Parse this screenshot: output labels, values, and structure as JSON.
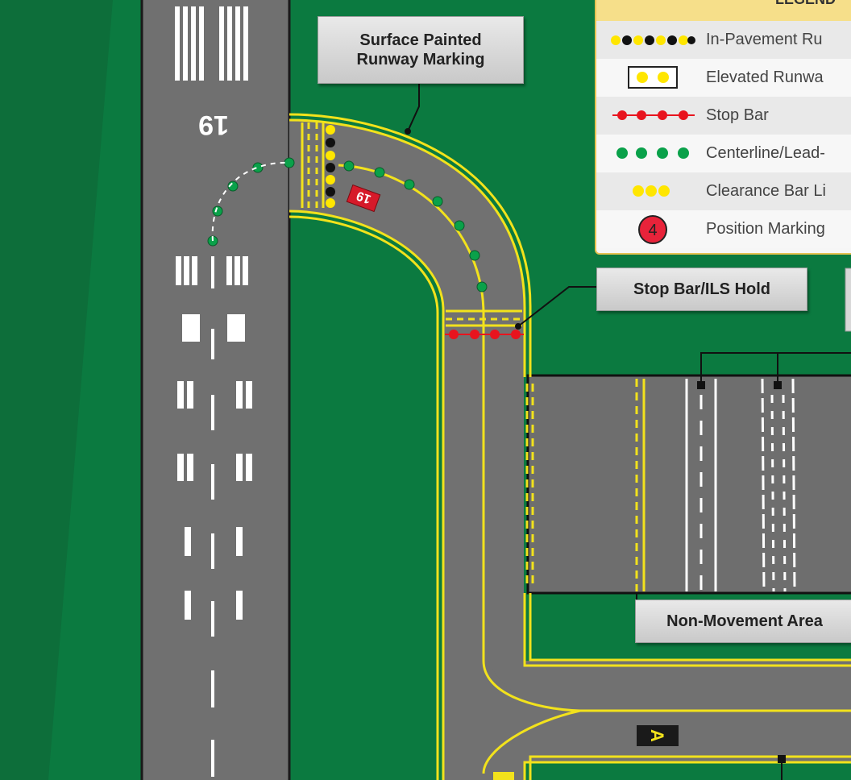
{
  "runway": {
    "number": "19",
    "sign_label": "19"
  },
  "callouts": {
    "surface_painted": "Surface Painted\nRunway Marking",
    "stop_bar_ils": "Stop Bar/ILS Hold",
    "non_movement": "Non-Movement Area"
  },
  "taxiway_sign": "A",
  "legend": {
    "title": "LEGEND",
    "items": [
      {
        "label": "In-Pavement Ru",
        "symbol": "in-pavement-lights-icon"
      },
      {
        "label": "Elevated Runwa",
        "symbol": "elevated-lights-icon"
      },
      {
        "label": "Stop Bar",
        "symbol": "stop-bar-icon"
      },
      {
        "label": "Centerline/Lead-",
        "symbol": "centerline-lights-icon"
      },
      {
        "label": "Clearance Bar Li",
        "symbol": "clearance-bar-icon"
      },
      {
        "label": "Position Marking",
        "symbol": "position-marking-icon",
        "badge": "4"
      }
    ]
  },
  "colors": {
    "grass": "#0b7a40",
    "pavement": "#727272",
    "marking_yellow": "#f2e21c",
    "light_green": "#0aa14a",
    "light_red": "#e8141e",
    "light_yellow": "#ffe600",
    "sign_red": "#d61a2a"
  }
}
